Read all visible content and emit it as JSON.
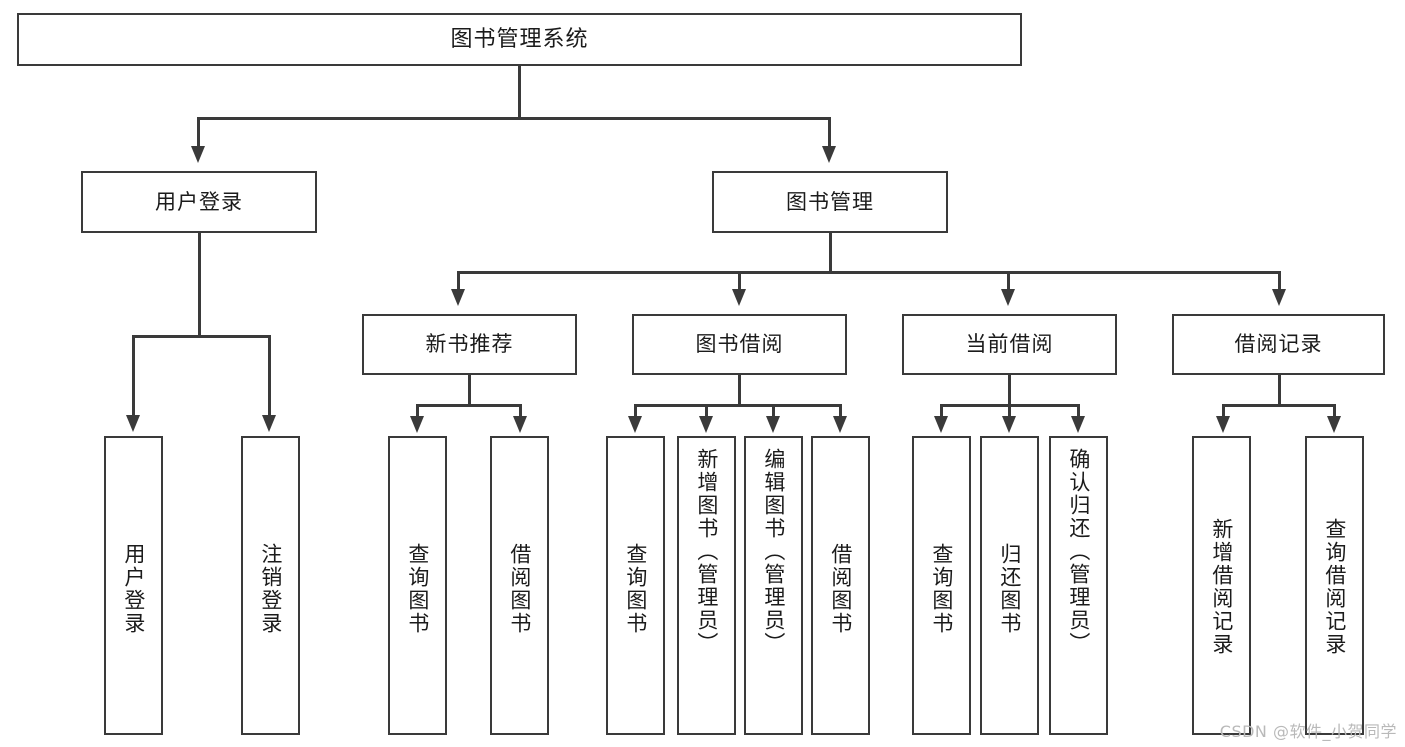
{
  "diagram": {
    "type": "tree-hierarchy-chart",
    "title": "图书管理系统",
    "colors": {
      "line": "#3a3a3a",
      "box_border": "#3a3a3a",
      "box_fill": "#ffffff",
      "text": "#1b1b1b",
      "watermark": "#b9b9b9",
      "background": "#ffffff"
    },
    "levels": {
      "root": {
        "label": "图书管理系统"
      },
      "level2": [
        {
          "label": "用户登录"
        },
        {
          "label": "图书管理"
        }
      ],
      "level3": [
        {
          "label": "新书推荐"
        },
        {
          "label": "图书借阅"
        },
        {
          "label": "当前借阅"
        },
        {
          "label": "借阅记录"
        }
      ],
      "leaves": {
        "user_login": [
          {
            "label": "用户登录"
          },
          {
            "label": "注销登录"
          }
        ],
        "new_book_recommend": [
          {
            "label": "查询图书"
          },
          {
            "label": "借阅图书"
          }
        ],
        "book_borrow": [
          {
            "label": "查询图书"
          },
          {
            "label": "新增图书（管理员）"
          },
          {
            "label": "编辑图书（管理员）"
          },
          {
            "label": "借阅图书"
          }
        ],
        "current_borrow": [
          {
            "label": "查询图书"
          },
          {
            "label": "归还图书"
          },
          {
            "label": "确认归还（管理员）"
          }
        ],
        "borrow_record": [
          {
            "label": "新增借阅记录"
          },
          {
            "label": "查询借阅记录"
          }
        ]
      }
    },
    "watermark": "CSDN @软件_小贺同学"
  }
}
